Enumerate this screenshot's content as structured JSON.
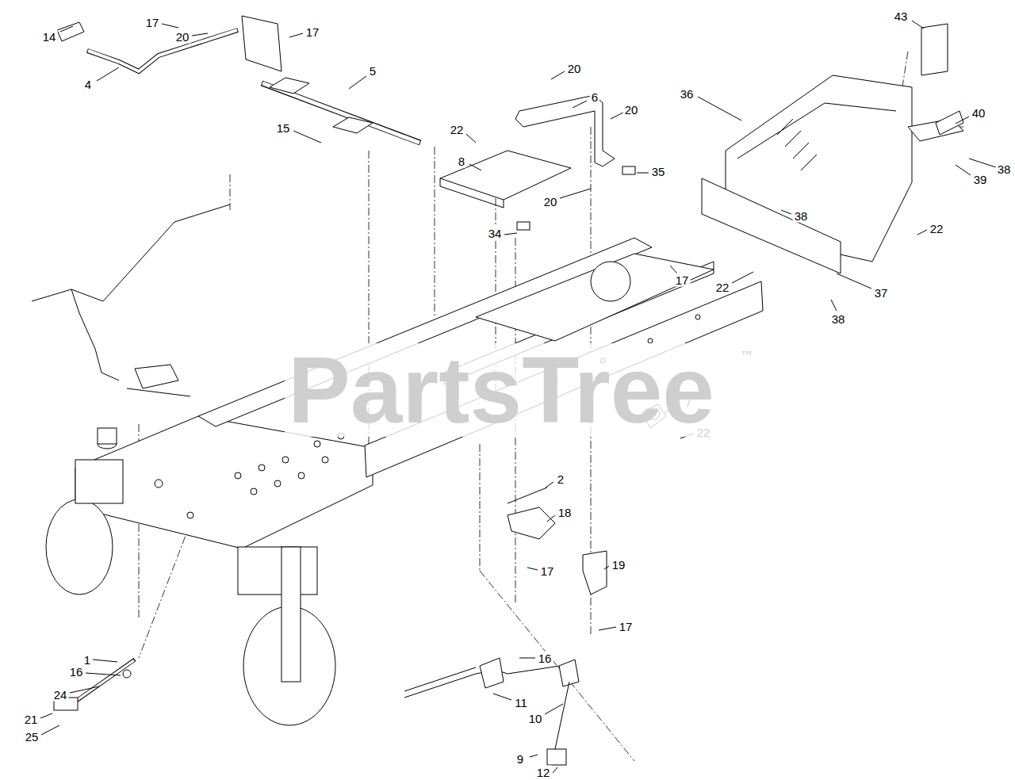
{
  "diagram": {
    "labels": [
      "43",
      "17",
      "20",
      "17",
      "14",
      "5",
      "20",
      "4",
      "36",
      "40",
      "6",
      "20",
      "22",
      "15",
      "8",
      "38",
      "39",
      "35",
      "20",
      "34",
      "38",
      "22",
      "17",
      "22",
      "37",
      "38",
      "7",
      "22",
      "2",
      "18",
      "17",
      "19",
      "17",
      "1",
      "16",
      "16",
      "24",
      "21",
      "25",
      "11",
      "10",
      "9",
      "12",
      "PartsTree",
      "™"
    ]
  }
}
